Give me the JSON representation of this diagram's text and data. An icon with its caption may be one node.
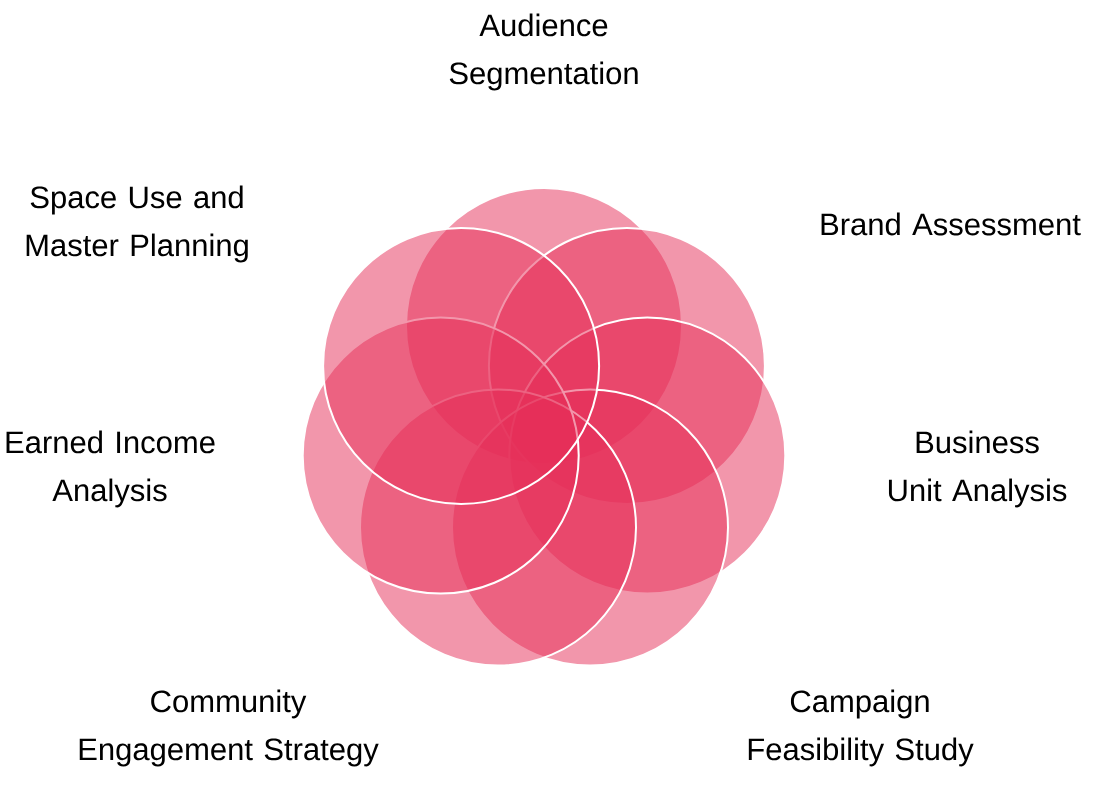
{
  "diagram": {
    "nodes": [
      {
        "text": [
          "Audience Segmentation"
        ]
      },
      {
        "text": [
          "Brand Assessment"
        ]
      },
      {
        "text": [
          "Business Unit Analysis"
        ]
      },
      {
        "text": [
          "Campaign Feasibility Study"
        ]
      },
      {
        "text": [
          "Community Engagement Strategy"
        ]
      },
      {
        "text": [
          "Earned Income Analysis"
        ]
      },
      {
        "text": [
          "Space Use and Master Planning"
        ]
      }
    ]
  }
}
